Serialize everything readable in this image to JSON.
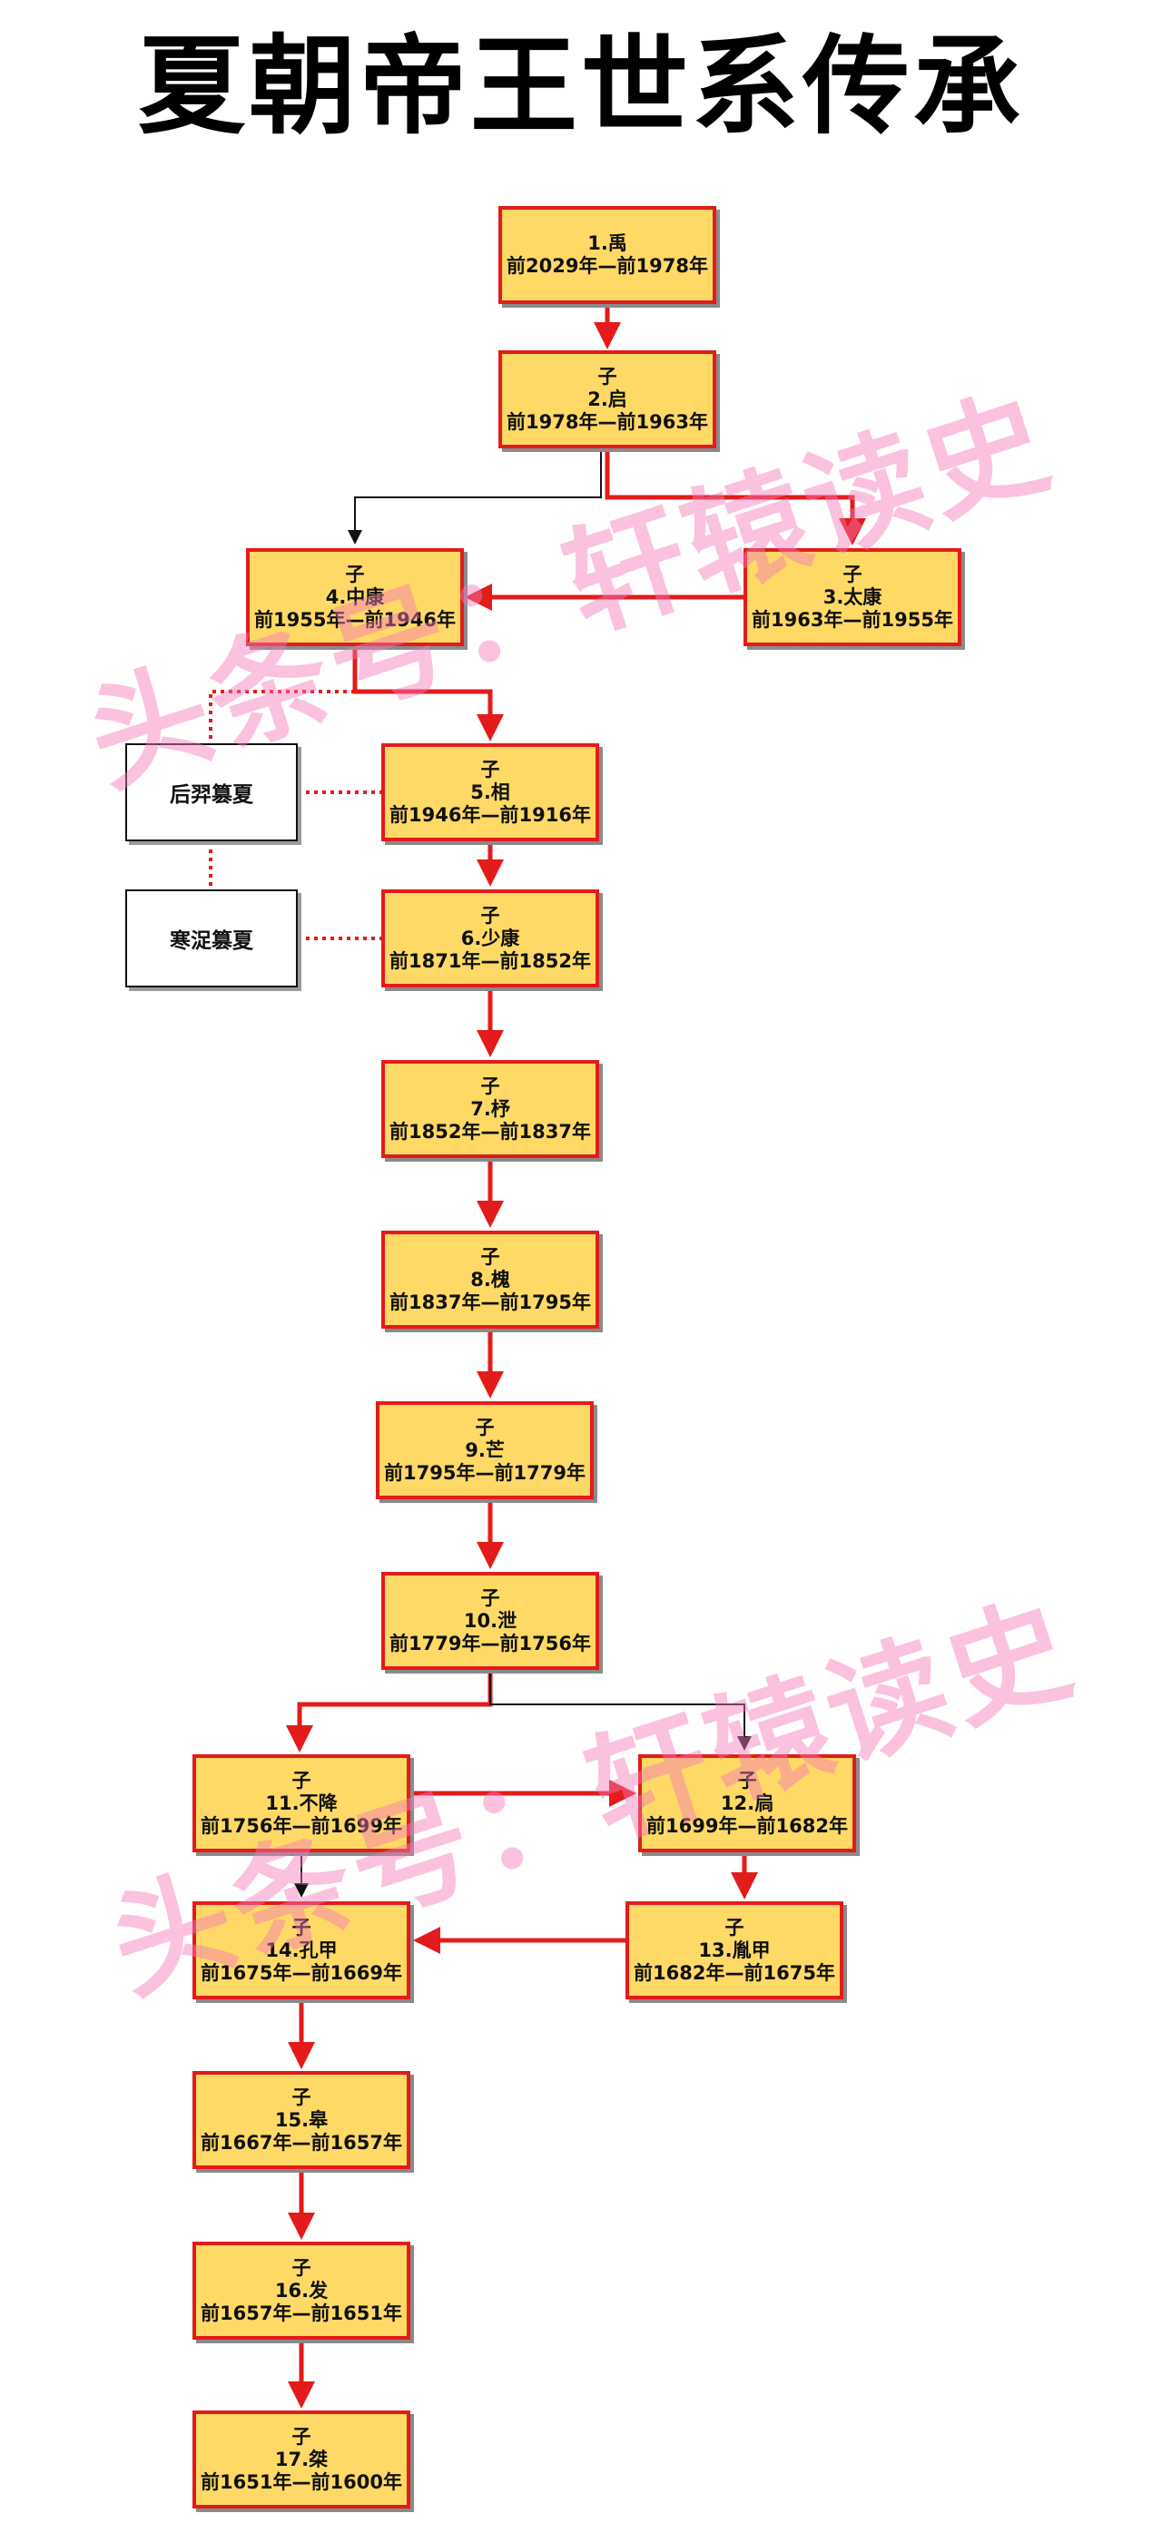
{
  "title": "夏朝帝王世系传承",
  "colors": {
    "node_fill": "#fed966",
    "node_border": "#e31b1b",
    "main_edge": "#e31b1b",
    "minor_edge": "#111111",
    "usurp_edge": "#e31b1b"
  },
  "nodes": [
    {
      "id": "n1",
      "lines": [
        "1.禹",
        "前2029年—前1978年"
      ]
    },
    {
      "id": "n2",
      "lines": [
        "子",
        "2.启",
        "前1978年—前1963年"
      ]
    },
    {
      "id": "n3",
      "lines": [
        "子",
        "3.太康",
        "前1963年—前1955年"
      ]
    },
    {
      "id": "n4",
      "lines": [
        "子",
        "4.中康",
        "前1955年—前1946年"
      ]
    },
    {
      "id": "n5",
      "lines": [
        "子",
        "5.相",
        "前1946年—前1916年"
      ]
    },
    {
      "id": "n6",
      "lines": [
        "子",
        "6.少康",
        "前1871年—前1852年"
      ]
    },
    {
      "id": "n7",
      "lines": [
        "子",
        "7.杼",
        "前1852年—前1837年"
      ]
    },
    {
      "id": "n8",
      "lines": [
        "子",
        "8.槐",
        "前1837年—前1795年"
      ]
    },
    {
      "id": "n9",
      "lines": [
        "子",
        "9.芒",
        "前1795年—前1779年"
      ]
    },
    {
      "id": "n10",
      "lines": [
        "子",
        "10.泄",
        "前1779年—前1756年"
      ]
    },
    {
      "id": "n11",
      "lines": [
        "子",
        "11.不降",
        "前1756年—前1699年"
      ]
    },
    {
      "id": "n12",
      "lines": [
        "子",
        "12.扃",
        "前1699年—前1682年"
      ]
    },
    {
      "id": "n13",
      "lines": [
        "子",
        "13.胤甲",
        "前1682年—前1675年"
      ]
    },
    {
      "id": "n14",
      "lines": [
        "子",
        "14.孔甲",
        "前1675年—前1669年"
      ]
    },
    {
      "id": "n15",
      "lines": [
        "子",
        "15.皋",
        "前1667年—前1657年"
      ]
    },
    {
      "id": "n16",
      "lines": [
        "子",
        "16.发",
        "前1657年—前1651年"
      ]
    },
    {
      "id": "n17",
      "lines": [
        "子",
        "17.桀",
        "前1651年—前1600年"
      ]
    }
  ],
  "usurpations": [
    {
      "id": "u1",
      "label": "后羿篡夏"
    },
    {
      "id": "u2",
      "label": "寒浞篡夏"
    }
  ],
  "edges": [
    {
      "from": "n1",
      "to": "n2",
      "kind": "main"
    },
    {
      "from": "n2",
      "to": "n3",
      "kind": "main"
    },
    {
      "from": "n2",
      "to": "n4",
      "kind": "minor"
    },
    {
      "from": "n3",
      "to": "n4",
      "kind": "main"
    },
    {
      "from": "n4",
      "to": "n5",
      "kind": "main"
    },
    {
      "from": "n5",
      "to": "n6",
      "kind": "main"
    },
    {
      "from": "n6",
      "to": "n7",
      "kind": "main"
    },
    {
      "from": "n7",
      "to": "n8",
      "kind": "main"
    },
    {
      "from": "n8",
      "to": "n9",
      "kind": "main"
    },
    {
      "from": "n9",
      "to": "n10",
      "kind": "main"
    },
    {
      "from": "n10",
      "to": "n11",
      "kind": "main"
    },
    {
      "from": "n10",
      "to": "n12",
      "kind": "minor"
    },
    {
      "from": "n11",
      "to": "n12",
      "kind": "main"
    },
    {
      "from": "n12",
      "to": "n13",
      "kind": "main"
    },
    {
      "from": "n11",
      "to": "n14",
      "kind": "minor"
    },
    {
      "from": "n13",
      "to": "n14",
      "kind": "main"
    },
    {
      "from": "n14",
      "to": "n15",
      "kind": "main"
    },
    {
      "from": "n15",
      "to": "n16",
      "kind": "main"
    },
    {
      "from": "n16",
      "to": "n17",
      "kind": "main"
    }
  ],
  "watermarks": [
    "头条号：轩辕读史",
    "头条号：轩辕读史"
  ]
}
